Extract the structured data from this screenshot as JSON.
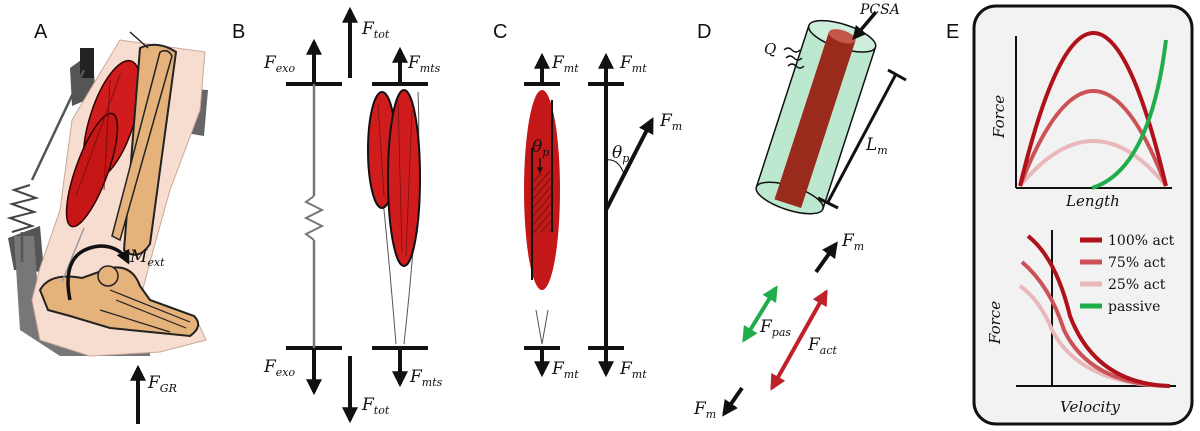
{
  "panels": {
    "A": {
      "letter": "A",
      "moment": {
        "main": "M",
        "sub": "ext"
      },
      "ground_force": {
        "main": "F",
        "sub": "GR"
      }
    },
    "B": {
      "letter": "B",
      "f_tot_top": {
        "main": "F",
        "sub": "tot"
      },
      "f_exo_top": {
        "main": "F",
        "sub": "exo"
      },
      "f_mts_top": {
        "main": "F",
        "sub": "mts"
      },
      "f_exo_bottom": {
        "main": "F",
        "sub": "exo"
      },
      "f_mts_bottom": {
        "main": "F",
        "sub": "mts"
      },
      "f_tot_bottom": {
        "main": "F",
        "sub": "tot"
      }
    },
    "C": {
      "letter": "C",
      "f_mt_top_left": {
        "main": "F",
        "sub": "mt"
      },
      "f_mt_top_right": {
        "main": "F",
        "sub": "mt"
      },
      "theta_left": {
        "main": "θ",
        "sub": "p"
      },
      "theta_right": {
        "main": "θ",
        "sub": "p"
      },
      "f_m": {
        "main": "F",
        "sub": "m"
      },
      "f_mt_bottom_left": {
        "main": "F",
        "sub": "mt"
      },
      "f_mt_bottom_right": {
        "main": "F",
        "sub": "mt"
      }
    },
    "D": {
      "letter": "D",
      "pcsa": "PCSA",
      "heat": "Q",
      "length": {
        "main": "L",
        "sub": "m"
      },
      "f_m_top": {
        "main": "F",
        "sub": "m"
      },
      "f_pas": {
        "main": "F",
        "sub": "pas"
      },
      "f_act": {
        "main": "F",
        "sub": "act"
      },
      "f_m_bottom": {
        "main": "F",
        "sub": "m"
      }
    },
    "E": {
      "letter": "E",
      "top_plot": {
        "ylabel": "Force",
        "xlabel": "Length"
      },
      "bottom_plot": {
        "ylabel": "Force",
        "xlabel": "Velocity"
      },
      "legend": [
        {
          "label": "100% act",
          "color": "#b0121b"
        },
        {
          "label": "75% act",
          "color": "#cc5257"
        },
        {
          "label": "25% act",
          "color": "#e8b8ba"
        },
        {
          "label": "passive",
          "color": "#1fae4b"
        }
      ]
    }
  },
  "colors": {
    "muscle": "#d01c1c",
    "muscle_dark": "#8a1f14",
    "bone": "#e4b27a",
    "skin": "#f6ddd0",
    "tube": "#bde8d0",
    "arrow": "#111111",
    "passive": "#1fae4b",
    "active": "#c0202a"
  }
}
